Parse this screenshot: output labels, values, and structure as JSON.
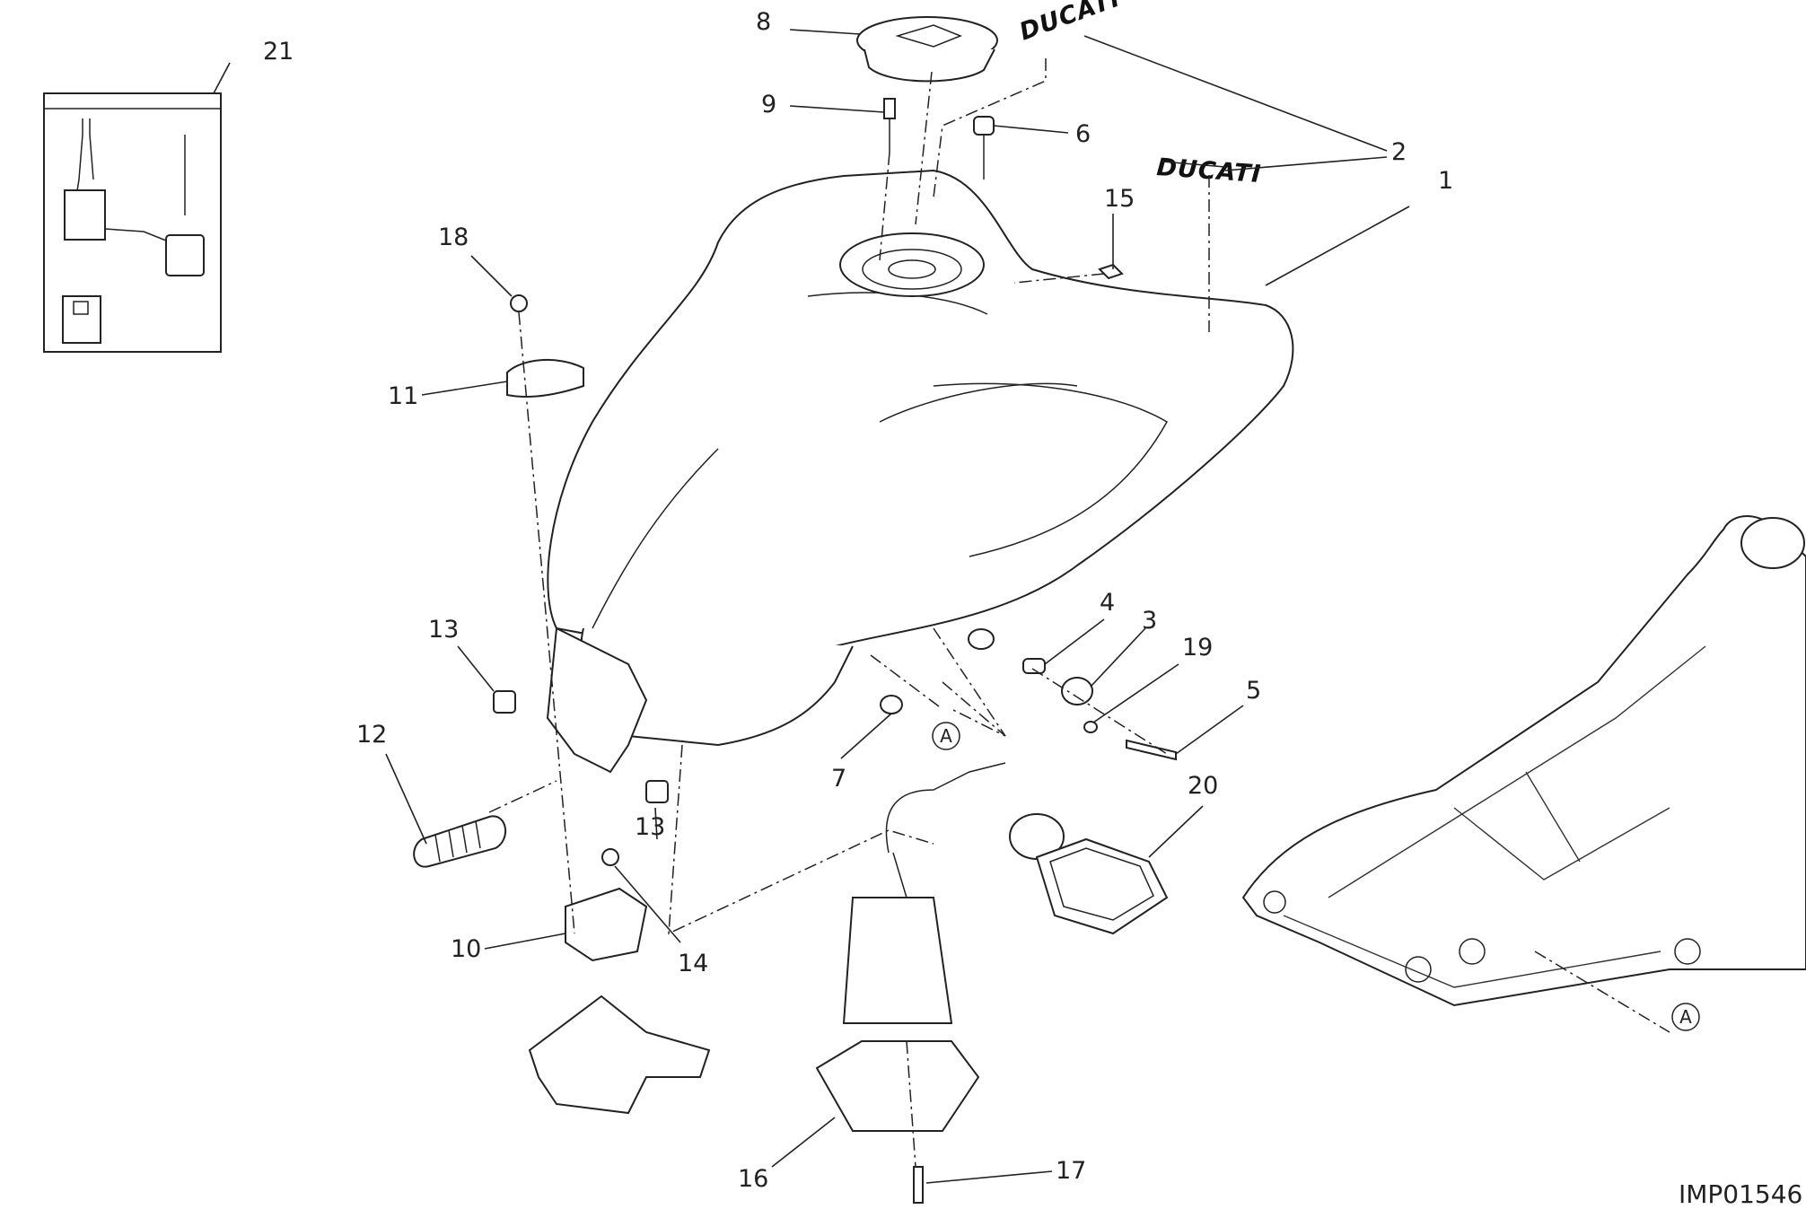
{
  "diagram_id": "IMP01546",
  "brand_logo_text": "DUCATI",
  "view_marker": "A",
  "callouts": [
    "1",
    "2",
    "3",
    "4",
    "5",
    "6",
    "7",
    "8",
    "9",
    "10",
    "11",
    "12",
    "13",
    "14",
    "15",
    "16",
    "17",
    "18",
    "19",
    "20",
    "21"
  ]
}
